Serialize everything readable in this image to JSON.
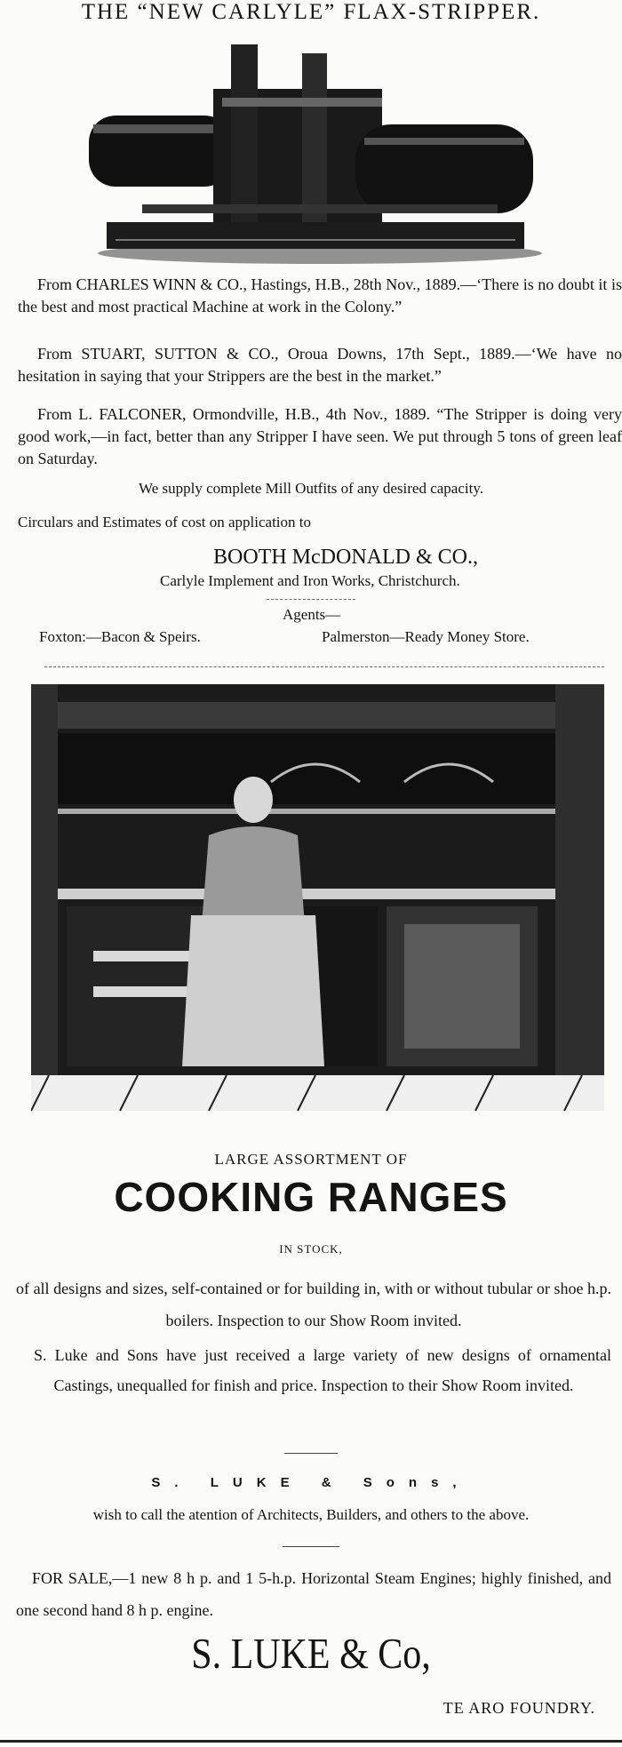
{
  "flax_ad": {
    "title": "THE “NEW CARLYLE” FLAX-STRIPPER.",
    "testimonials": [
      "From CHARLES WINN & CO., Hastings, H.B., 28th Nov., 1889.—‘There is no doubt it is the best and most practical Machine at work in the Colony.”",
      "From STUART, SUTTON & CO., Oroua Downs, 17th Sept., 1889.—‘We have no hesitation in saying that your Strippers are the best in the market.”",
      "From L. FALCONER, Ormondville, H.B., 4th Nov., 1889. “The Stripper is doing very good work,—in fact, better than any Stripper I have seen. We put through 5 tons of green leaf on Saturday."
    ],
    "supply_line": "We supply complete Mill Outfits of any desired capacity.",
    "circulars_line": "Circulars and Estimates of cost on application to",
    "firm_name": "BOOTH McDONALD & CO.,",
    "firm_address": "Carlyle Implement and Iron Works, Christchurch.",
    "agents_label": "Agents—",
    "agent_foxton": "Foxton:—Bacon & Speirs.",
    "agent_palmerston": "Palmerston—Ready Money Store."
  },
  "range_ad": {
    "large_assortment": "LARGE ASSORTMENT OF",
    "heading": "COOKING RANGES",
    "in_stock": "IN STOCK,",
    "designs_text": "of all designs and sizes, self-contained or for building in, with or without tubular or shoe h.p. boilers. Inspection to our Show Room invited.",
    "castings_text": "S. Luke and Sons have just received a large variety of new designs of ornamental Castings, unequalled for finish and price. Inspection to their Show Room invited.",
    "sons_name": "S. LUKE & Sons,",
    "architects_text": "wish to call the atention of Architects, Builders, and others to the above.",
    "for_sale_text": "FOR SALE,—1 new 8 h p. and 1 5-h.p. Horizontal Steam Engines; highly finished, and one second hand 8 h p. engine.",
    "luke_co": "S. LUKE & Co,",
    "foundry": "TE ARO FOUNDRY."
  }
}
